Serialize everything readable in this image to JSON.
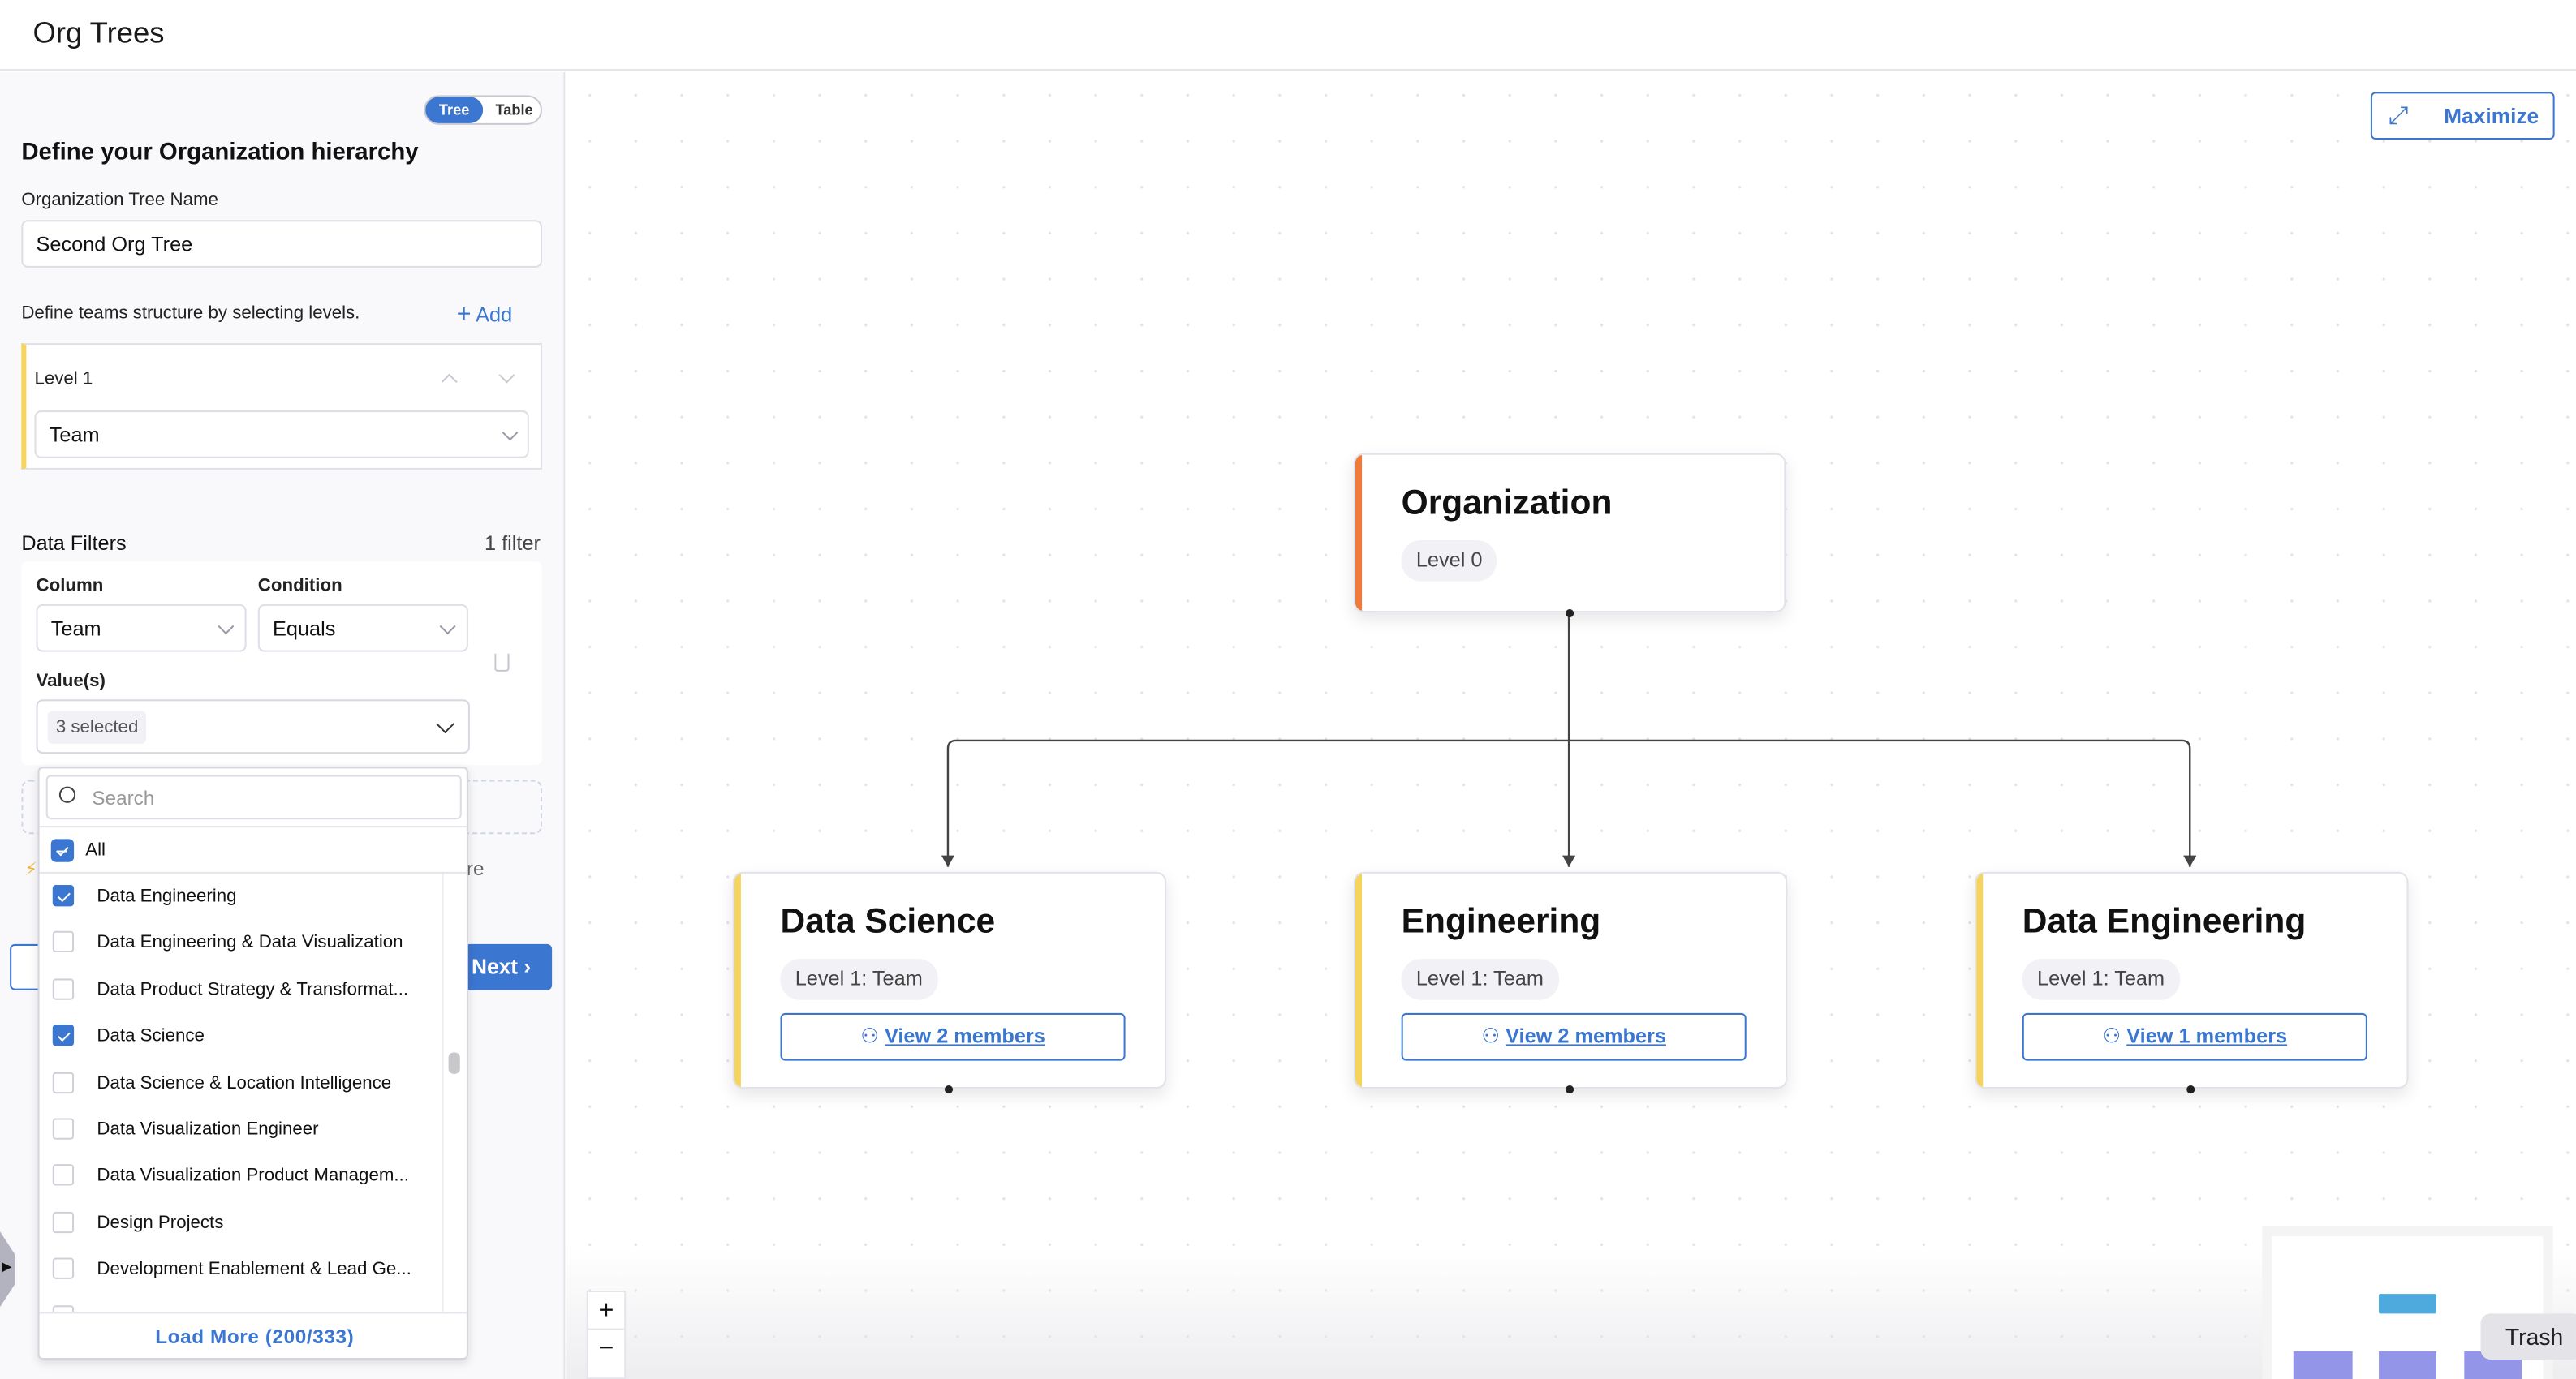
{
  "header": {
    "title": "Org Trees"
  },
  "panel": {
    "view_toggle": {
      "options": [
        "Tree",
        "Table"
      ],
      "selected": "Tree"
    },
    "heading": "Define your Organization hierarchy",
    "tree_name_label": "Organization Tree Name",
    "tree_name_value": "Second Org Tree",
    "levels_hint": "Define teams structure by selecting levels.",
    "add_label": "Add",
    "levels": [
      {
        "label": "Level 1",
        "value": "Team"
      }
    ],
    "filters_title": "Data Filters",
    "filters_count": "1 filter",
    "filter": {
      "column_label": "Column",
      "column_value": "Team",
      "condition_label": "Condition",
      "condition_value": "Equals",
      "values_label": "Value(s)",
      "values_chip": "3 selected"
    },
    "partial_text": "re",
    "next_label": "Next"
  },
  "dropdown": {
    "search_placeholder": "Search",
    "all_label": "All",
    "items": [
      {
        "label": "Data Engineering",
        "checked": true
      },
      {
        "label": "Data Engineering & Data Visualization",
        "checked": false
      },
      {
        "label": "Data Product Strategy & Transformat...",
        "checked": false
      },
      {
        "label": "Data Science",
        "checked": true
      },
      {
        "label": "Data Science & Location Intelligence",
        "checked": false
      },
      {
        "label": "Data Visualization Engineer",
        "checked": false
      },
      {
        "label": "Data Visualization Product Managem...",
        "checked": false
      },
      {
        "label": "Design Projects",
        "checked": false
      },
      {
        "label": "Development Enablement & Lead Ge...",
        "checked": false
      }
    ],
    "load_more": "Load More (200/333)"
  },
  "canvas": {
    "maximize_label": "Maximize",
    "root": {
      "title": "Organization",
      "badge": "Level 0",
      "accent": "#ef7a3a"
    },
    "children": [
      {
        "title": "Data Science",
        "badge": "Level 1: Team",
        "members": "View 2 members",
        "accent": "#f5d35c"
      },
      {
        "title": "Engineering",
        "badge": "Level 1: Team",
        "members": "View 2 members",
        "accent": "#f5d35c"
      },
      {
        "title": "Data Engineering",
        "badge": "Level 1: Team",
        "members": "View 1 members",
        "accent": "#f5d35c"
      }
    ],
    "zoom_in": "+",
    "zoom_out": "−",
    "tooltip": "Trash"
  }
}
